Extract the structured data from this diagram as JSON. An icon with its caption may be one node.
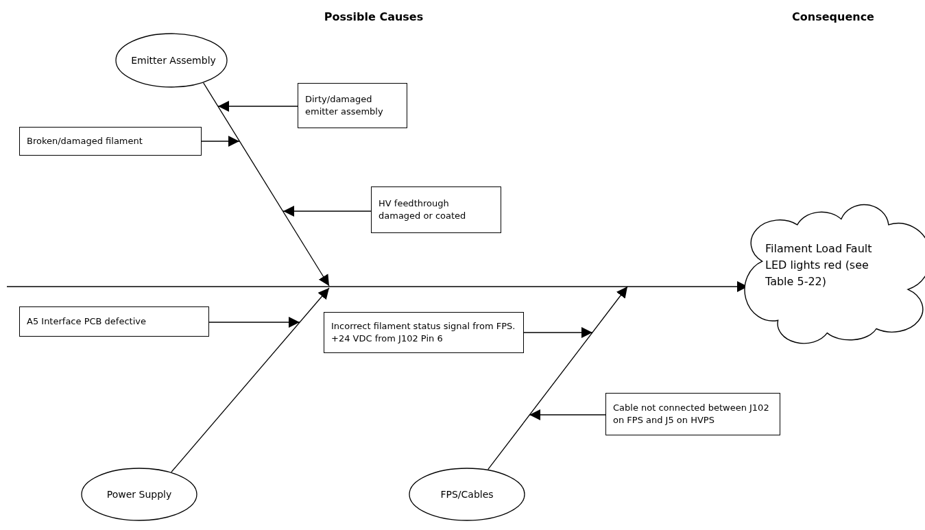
{
  "diagram": {
    "nodes": [
      {
        "text": [
          "Emitter Assembly"
        ]
      },
      {
        "text": [
          "Dirty/damaged emitter assembly"
        ]
      },
      {
        "text": [
          "Broken/damaged filament"
        ]
      },
      {
        "text": [
          "HV feedthrough damaged or coated"
        ]
      },
      {
        "text": [
          "A5 Interface PCB defective"
        ]
      },
      {
        "text": [
          "Incorrect filament status signal from FPS. +24 VDC from J102 Pin 6"
        ]
      },
      {
        "text": [
          "Cable not connected between J102 on FPS and J5 on HVPS"
        ]
      },
      {
        "text": [
          "Power Supply"
        ]
      },
      {
        "text": [
          "FPS/Cables"
        ]
      },
      {
        "text": [
          "Filament Load Fault LED lights red (see Table 5-22)"
        ]
      }
    ],
    "edges": [
      {
        "from": null,
        "to": 9,
        "arrow": "to"
      },
      {
        "from": 0,
        "to": null,
        "arrow": "to"
      },
      {
        "from": 7,
        "to": null,
        "arrow": "to"
      },
      {
        "from": 8,
        "to": null,
        "arrow": "to"
      },
      {
        "from": 1,
        "to": null,
        "arrow": "to"
      },
      {
        "from": 2,
        "to": null,
        "arrow": "to"
      },
      {
        "from": 3,
        "to": null,
        "arrow": "to"
      },
      {
        "from": 4,
        "to": null,
        "arrow": "to"
      },
      {
        "from": 5,
        "to": null,
        "arrow": "to"
      },
      {
        "from": 6,
        "to": null,
        "arrow": "to"
      }
    ],
    "labels": [
      "Possible Causes",
      "Consequence"
    ]
  }
}
